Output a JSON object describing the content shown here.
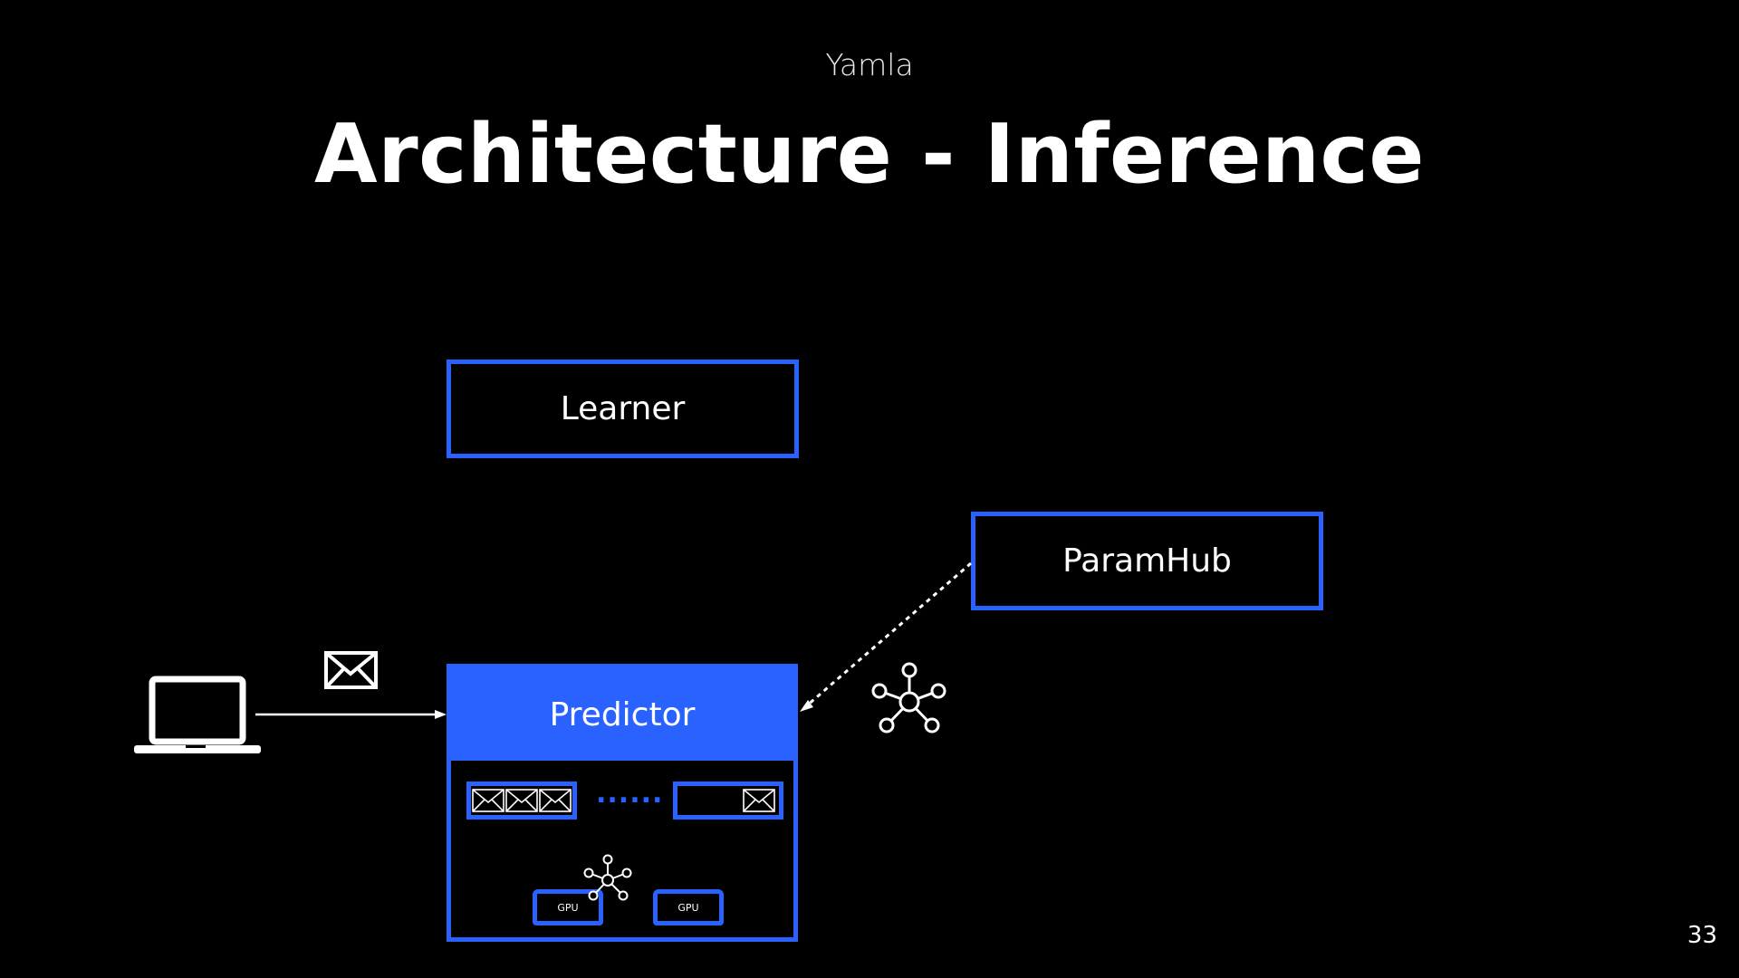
{
  "slide": {
    "kicker": "Yamla",
    "title": "Architecture - Inference",
    "page_number": "33"
  },
  "nodes": {
    "learner": "Learner",
    "paramhub": "ParamHub",
    "predictor": "Predictor",
    "gpu_left": "GPU",
    "gpu_right": "GPU",
    "queue_ellipsis": "......"
  },
  "icons": {
    "client": "laptop-icon",
    "request": "envelope-icon",
    "model": "network-graph-icon"
  },
  "colors": {
    "background": "#000000",
    "accent": "#2962ff",
    "text": "#ffffff"
  }
}
